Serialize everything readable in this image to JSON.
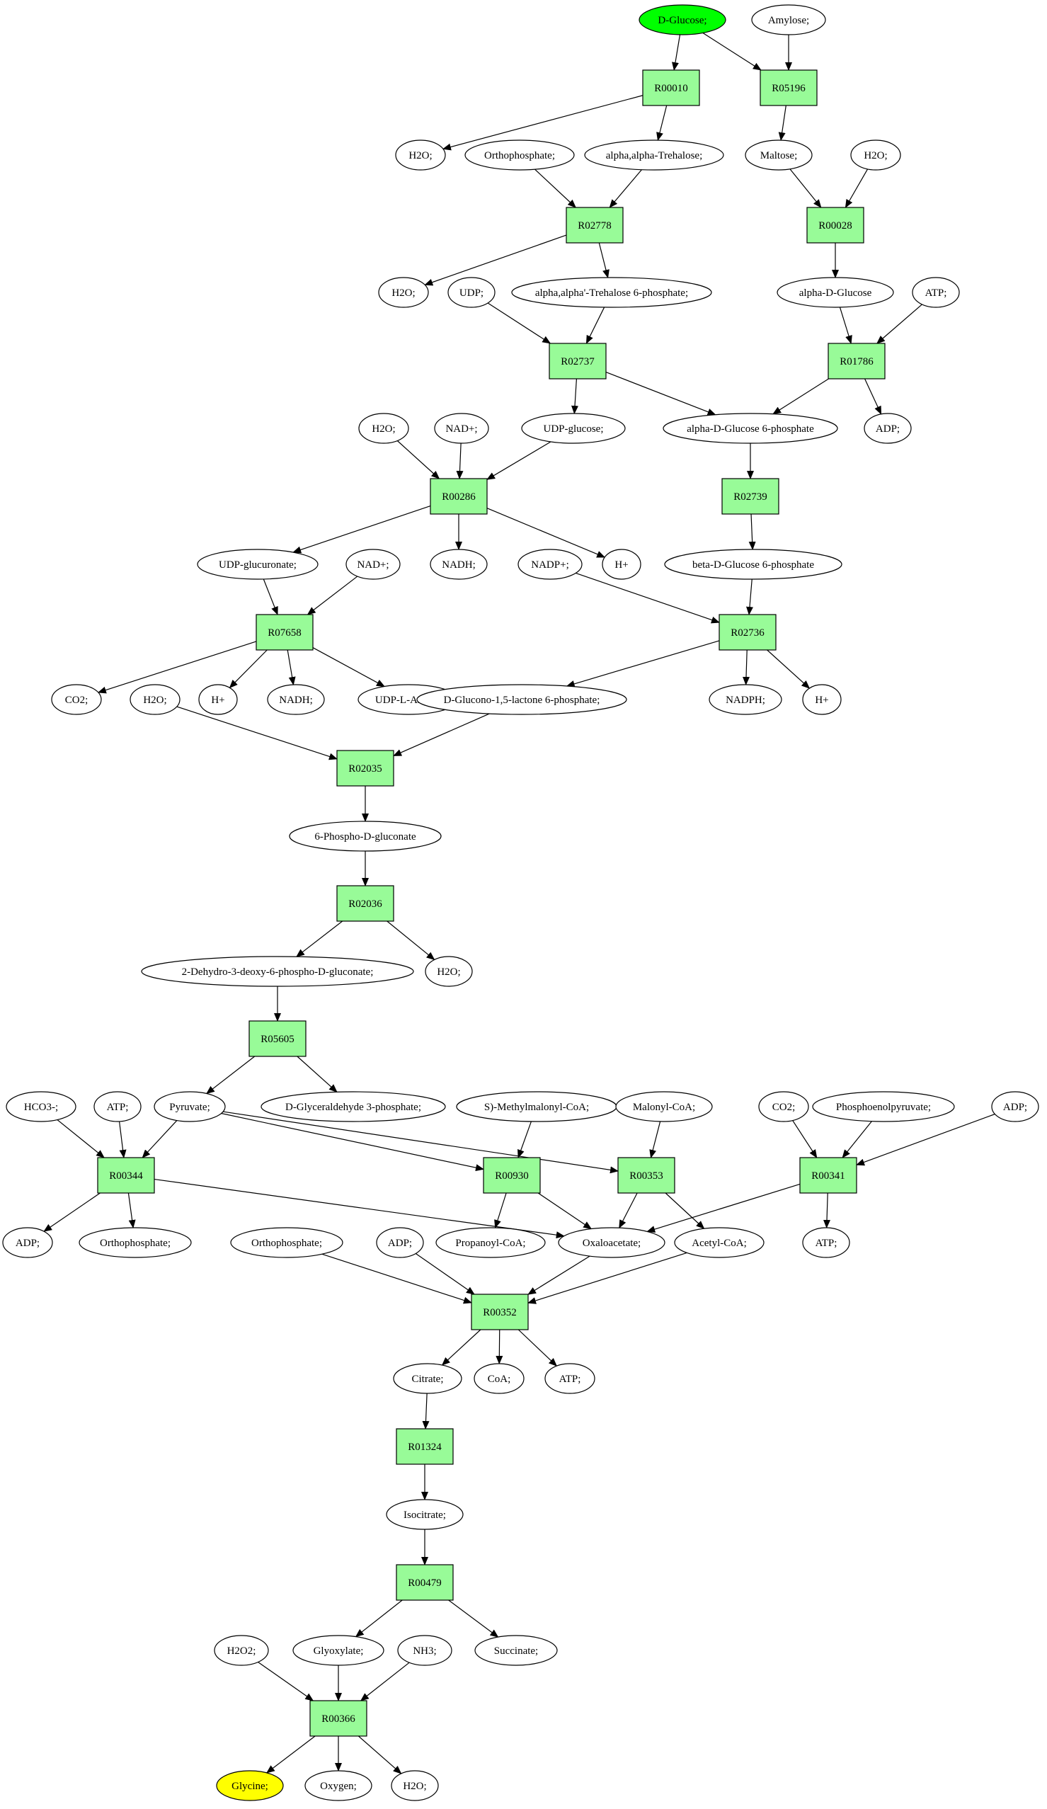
{
  "colors": {
    "reaction": "#98fb98",
    "start": "#00ff00",
    "target": "#ffff00",
    "metabolite": "#ffffff",
    "line": "#000000"
  },
  "nodes": {
    "c1": {
      "label": "D-Glucose;",
      "kind": "start"
    },
    "c2": {
      "label": "Amylose;",
      "kind": "metabolite"
    },
    "r1": {
      "label": "R00010",
      "kind": "reaction"
    },
    "r2": {
      "label": "R05196",
      "kind": "reaction"
    },
    "c3": {
      "label": "H2O;",
      "kind": "metabolite"
    },
    "c4": {
      "label": "Orthophosphate;",
      "kind": "metabolite"
    },
    "c5": {
      "label": "alpha,alpha-Trehalose;",
      "kind": "metabolite"
    },
    "c6": {
      "label": "Maltose;",
      "kind": "metabolite"
    },
    "c7": {
      "label": "H2O;",
      "kind": "metabolite"
    },
    "r3": {
      "label": "R02778",
      "kind": "reaction"
    },
    "r4": {
      "label": "R00028",
      "kind": "reaction"
    },
    "c8": {
      "label": "H2O;",
      "kind": "metabolite"
    },
    "c9": {
      "label": "UDP;",
      "kind": "metabolite"
    },
    "c10": {
      "label": "alpha,alpha'-Trehalose 6-phosphate;",
      "kind": "metabolite"
    },
    "c11": {
      "label": "alpha-D-Glucose",
      "kind": "metabolite"
    },
    "c12": {
      "label": "ATP;",
      "kind": "metabolite"
    },
    "r5": {
      "label": "R02737",
      "kind": "reaction"
    },
    "r6": {
      "label": "R01786",
      "kind": "reaction"
    },
    "c13": {
      "label": "H2O;",
      "kind": "metabolite"
    },
    "c14": {
      "label": "NAD+;",
      "kind": "metabolite"
    },
    "c15": {
      "label": "UDP-glucose;",
      "kind": "metabolite"
    },
    "c16": {
      "label": "alpha-D-Glucose 6-phosphate",
      "kind": "metabolite"
    },
    "c17": {
      "label": "ADP;",
      "kind": "metabolite"
    },
    "r7": {
      "label": "R00286",
      "kind": "reaction"
    },
    "r8": {
      "label": "R02739",
      "kind": "reaction"
    },
    "c18": {
      "label": "UDP-glucuronate;",
      "kind": "metabolite"
    },
    "c19": {
      "label": "NAD+;",
      "kind": "metabolite"
    },
    "c20": {
      "label": "NADH;",
      "kind": "metabolite"
    },
    "c21": {
      "label": "H+",
      "kind": "metabolite"
    },
    "c22": {
      "label": "NADP+;",
      "kind": "metabolite"
    },
    "c23": {
      "label": "beta-D-Glucose 6-phosphate",
      "kind": "metabolite"
    },
    "r9": {
      "label": "R07658",
      "kind": "reaction"
    },
    "r10": {
      "label": "R02736",
      "kind": "reaction"
    },
    "c24": {
      "label": "CO2;",
      "kind": "metabolite"
    },
    "c25": {
      "label": "H2O;",
      "kind": "metabolite"
    },
    "c26": {
      "label": "H+",
      "kind": "metabolite"
    },
    "c27": {
      "label": "NADH;",
      "kind": "metabolite"
    },
    "c28": {
      "label": "UDP-L-Ara4O;",
      "kind": "metabolite"
    },
    "c29": {
      "label": "D-Glucono-1,5-lactone 6-phosphate;",
      "kind": "metabolite"
    },
    "c30": {
      "label": "NADPH;",
      "kind": "metabolite"
    },
    "c31": {
      "label": "H+",
      "kind": "metabolite"
    },
    "r11": {
      "label": "R02035",
      "kind": "reaction"
    },
    "c32": {
      "label": "6-Phospho-D-gluconate",
      "kind": "metabolite"
    },
    "r12": {
      "label": "R02036",
      "kind": "reaction"
    },
    "c33": {
      "label": "2-Dehydro-3-deoxy-6-phospho-D-gluconate;",
      "kind": "metabolite"
    },
    "c34": {
      "label": "H2O;",
      "kind": "metabolite"
    },
    "r13": {
      "label": "R05605",
      "kind": "reaction"
    },
    "c35": {
      "label": "HCO3-;",
      "kind": "metabolite"
    },
    "c36": {
      "label": "ATP;",
      "kind": "metabolite"
    },
    "c37": {
      "label": "Pyruvate;",
      "kind": "metabolite"
    },
    "c38": {
      "label": "D-Glyceraldehyde 3-phosphate;",
      "kind": "metabolite"
    },
    "c39": {
      "label": "S)-Methylmalonyl-CoA;",
      "kind": "metabolite"
    },
    "c40": {
      "label": "Malonyl-CoA;",
      "kind": "metabolite"
    },
    "c41": {
      "label": "CO2;",
      "kind": "metabolite"
    },
    "c42": {
      "label": "Phosphoenolpyruvate;",
      "kind": "metabolite"
    },
    "c43": {
      "label": "ADP;",
      "kind": "metabolite"
    },
    "r14": {
      "label": "R00344",
      "kind": "reaction"
    },
    "r15": {
      "label": "R00930",
      "kind": "reaction"
    },
    "r16": {
      "label": "R00353",
      "kind": "reaction"
    },
    "r17": {
      "label": "R00341",
      "kind": "reaction"
    },
    "c44": {
      "label": "ADP;",
      "kind": "metabolite"
    },
    "c45": {
      "label": "Orthophosphate;",
      "kind": "metabolite"
    },
    "c46": {
      "label": "Orthophosphate;",
      "kind": "metabolite"
    },
    "c47": {
      "label": "ADP;",
      "kind": "metabolite"
    },
    "c48": {
      "label": "Propanoyl-CoA;",
      "kind": "metabolite"
    },
    "c49": {
      "label": "Oxaloacetate;",
      "kind": "metabolite"
    },
    "c50": {
      "label": "Acetyl-CoA;",
      "kind": "metabolite"
    },
    "c51": {
      "label": "ATP;",
      "kind": "metabolite"
    },
    "r18": {
      "label": "R00352",
      "kind": "reaction"
    },
    "c52": {
      "label": "Citrate;",
      "kind": "metabolite"
    },
    "c53": {
      "label": "CoA;",
      "kind": "metabolite"
    },
    "c54": {
      "label": "ATP;",
      "kind": "metabolite"
    },
    "r19": {
      "label": "R01324",
      "kind": "reaction"
    },
    "c55": {
      "label": "Isocitrate;",
      "kind": "metabolite"
    },
    "r20": {
      "label": "R00479",
      "kind": "reaction"
    },
    "c56": {
      "label": "H2O2;",
      "kind": "metabolite"
    },
    "c57": {
      "label": "Glyoxylate;",
      "kind": "metabolite"
    },
    "c58": {
      "label": "NH3;",
      "kind": "metabolite"
    },
    "c59": {
      "label": "Succinate;",
      "kind": "metabolite"
    },
    "r21": {
      "label": "R00366",
      "kind": "reaction"
    },
    "c60": {
      "label": "Glycine;",
      "kind": "target"
    },
    "c61": {
      "label": "Oxygen;",
      "kind": "metabolite"
    },
    "c62": {
      "label": "H2O;",
      "kind": "metabolite"
    }
  },
  "edges": [
    [
      "c1",
      "r1"
    ],
    [
      "c1",
      "r2"
    ],
    [
      "c2",
      "r2"
    ],
    [
      "r1",
      "c3"
    ],
    [
      "r1",
      "c5"
    ],
    [
      "r2",
      "c6"
    ],
    [
      "c4",
      "r3"
    ],
    [
      "c5",
      "r3"
    ],
    [
      "c6",
      "r4"
    ],
    [
      "c7",
      "r4"
    ],
    [
      "r3",
      "c8"
    ],
    [
      "r3",
      "c10"
    ],
    [
      "r4",
      "c11"
    ],
    [
      "c9",
      "r5"
    ],
    [
      "c10",
      "r5"
    ],
    [
      "c11",
      "r6"
    ],
    [
      "c12",
      "r6"
    ],
    [
      "r5",
      "c15"
    ],
    [
      "r5",
      "c16"
    ],
    [
      "r6",
      "c16"
    ],
    [
      "r6",
      "c17"
    ],
    [
      "c13",
      "r7"
    ],
    [
      "c14",
      "r7"
    ],
    [
      "c15",
      "r7"
    ],
    [
      "c16",
      "r8"
    ],
    [
      "r7",
      "c18"
    ],
    [
      "r7",
      "c20"
    ],
    [
      "r7",
      "c21"
    ],
    [
      "r8",
      "c23"
    ],
    [
      "c18",
      "r9"
    ],
    [
      "c19",
      "r9"
    ],
    [
      "c22",
      "r10"
    ],
    [
      "c23",
      "r10"
    ],
    [
      "r9",
      "c24"
    ],
    [
      "r9",
      "c26"
    ],
    [
      "r9",
      "c27"
    ],
    [
      "r9",
      "c28"
    ],
    [
      "r10",
      "c29"
    ],
    [
      "r10",
      "c30"
    ],
    [
      "r10",
      "c31"
    ],
    [
      "c25",
      "r11"
    ],
    [
      "c29",
      "r11"
    ],
    [
      "r11",
      "c32"
    ],
    [
      "c32",
      "r12"
    ],
    [
      "r12",
      "c33"
    ],
    [
      "r12",
      "c34"
    ],
    [
      "c33",
      "r13"
    ],
    [
      "r13",
      "c37"
    ],
    [
      "r13",
      "c38"
    ],
    [
      "c35",
      "r14"
    ],
    [
      "c36",
      "r14"
    ],
    [
      "c37",
      "r14"
    ],
    [
      "c37",
      "r15"
    ],
    [
      "c37",
      "r16"
    ],
    [
      "c39",
      "r15"
    ],
    [
      "c40",
      "r16"
    ],
    [
      "c41",
      "r17"
    ],
    [
      "c42",
      "r17"
    ],
    [
      "c43",
      "r17"
    ],
    [
      "r14",
      "c44"
    ],
    [
      "r14",
      "c45"
    ],
    [
      "r14",
      "c49"
    ],
    [
      "r15",
      "c48"
    ],
    [
      "r15",
      "c49"
    ],
    [
      "r16",
      "c49"
    ],
    [
      "r16",
      "c50"
    ],
    [
      "r17",
      "c49"
    ],
    [
      "r17",
      "c51"
    ],
    [
      "c46",
      "r18"
    ],
    [
      "c47",
      "r18"
    ],
    [
      "c49",
      "r18"
    ],
    [
      "c50",
      "r18"
    ],
    [
      "r18",
      "c52"
    ],
    [
      "r18",
      "c53"
    ],
    [
      "r18",
      "c54"
    ],
    [
      "c52",
      "r19"
    ],
    [
      "r19",
      "c55"
    ],
    [
      "c55",
      "r20"
    ],
    [
      "r20",
      "c57"
    ],
    [
      "r20",
      "c59"
    ],
    [
      "c56",
      "r21"
    ],
    [
      "c57",
      "r21"
    ],
    [
      "c58",
      "r21"
    ],
    [
      "r21",
      "c60"
    ],
    [
      "r21",
      "c61"
    ],
    [
      "r21",
      "c62"
    ]
  ]
}
